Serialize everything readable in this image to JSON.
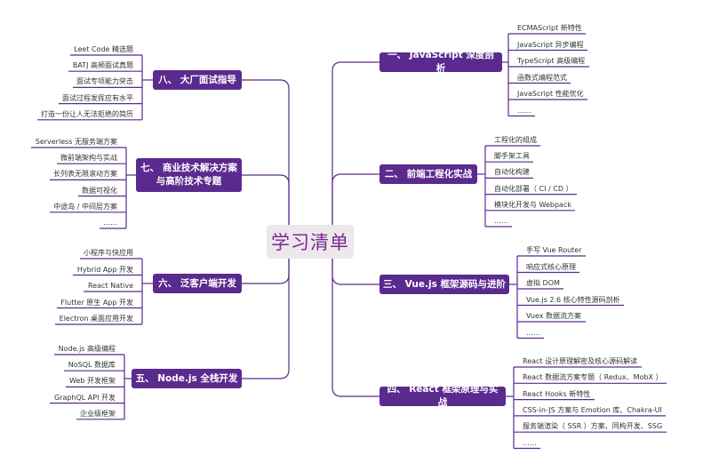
{
  "center": {
    "label": "学习清单"
  },
  "branches": [
    {
      "id": "b1",
      "label": "一、 JavaScript 深度剖析",
      "leaves": [
        "ECMAScript 新特性",
        "JavaScript 异步编程",
        "TypeScript 高级编程",
        "函数式编程范式",
        "JavaScript 性能优化",
        "……"
      ]
    },
    {
      "id": "b2",
      "label": "二、 前端工程化实战",
      "leaves": [
        "工程化的组成",
        "脚手架工具",
        "自动化构建",
        "自动化部署（ CI / CD ）",
        "模块化开发与 Webpack",
        "……"
      ]
    },
    {
      "id": "b3",
      "label": "三、 Vue.js 框架源码与进阶",
      "leaves": [
        "手写 Vue Router",
        "响应式核心原理",
        "虚拟 DOM",
        "Vue.js 2.6 核心特性源码剖析",
        "Vuex 数据流方案",
        "……"
      ]
    },
    {
      "id": "b4",
      "label": "四、 React 框架原理与实战",
      "leaves": [
        "React 设计原理解密及核心源码解读",
        "React 数据流方案专题（ Redux、MobX ）",
        "React Hooks 新特性",
        "CSS-in-JS 方案与 Emotion 库、Chakra-UI",
        "服务端渲染（ SSR ）方案、同构开发、SSG",
        "……"
      ]
    },
    {
      "id": "b5",
      "label": "五、 Node.js 全栈开发",
      "leaves": [
        "Node.js 高级编程",
        "NoSQL 数据库",
        "Web 开发框架",
        "GraphQL API 开发",
        "企业级框架"
      ]
    },
    {
      "id": "b6",
      "label": "六、 泛客户端开发",
      "leaves": [
        "小程序与快应用",
        "Hybrid App 开发",
        "React Native",
        "Flutter 原生 App 开发",
        "Electron 桌面应用开发"
      ]
    },
    {
      "id": "b7",
      "label": "七、 商业技术解决方案与高阶技术专题",
      "leaves": [
        "Serverless 无服务端方案",
        "微前端架构与实战",
        "长列表无限滚动方案",
        "数据可视化",
        "中途岛 / 中间层方案",
        "……"
      ]
    },
    {
      "id": "b8",
      "label": "八、 大厂面试指导",
      "leaves": [
        "Leet Code 精选题",
        "BATJ 高频面试真题",
        "面试专项能力突击",
        "面试过程发挥应有水平",
        "打造一份让人无法拒绝的简历"
      ]
    }
  ],
  "colors": {
    "branch": "#5b2a8e",
    "line": "#5b2a8e",
    "center_bg": "#ece8ec",
    "center_text": "#7a2a8a"
  }
}
